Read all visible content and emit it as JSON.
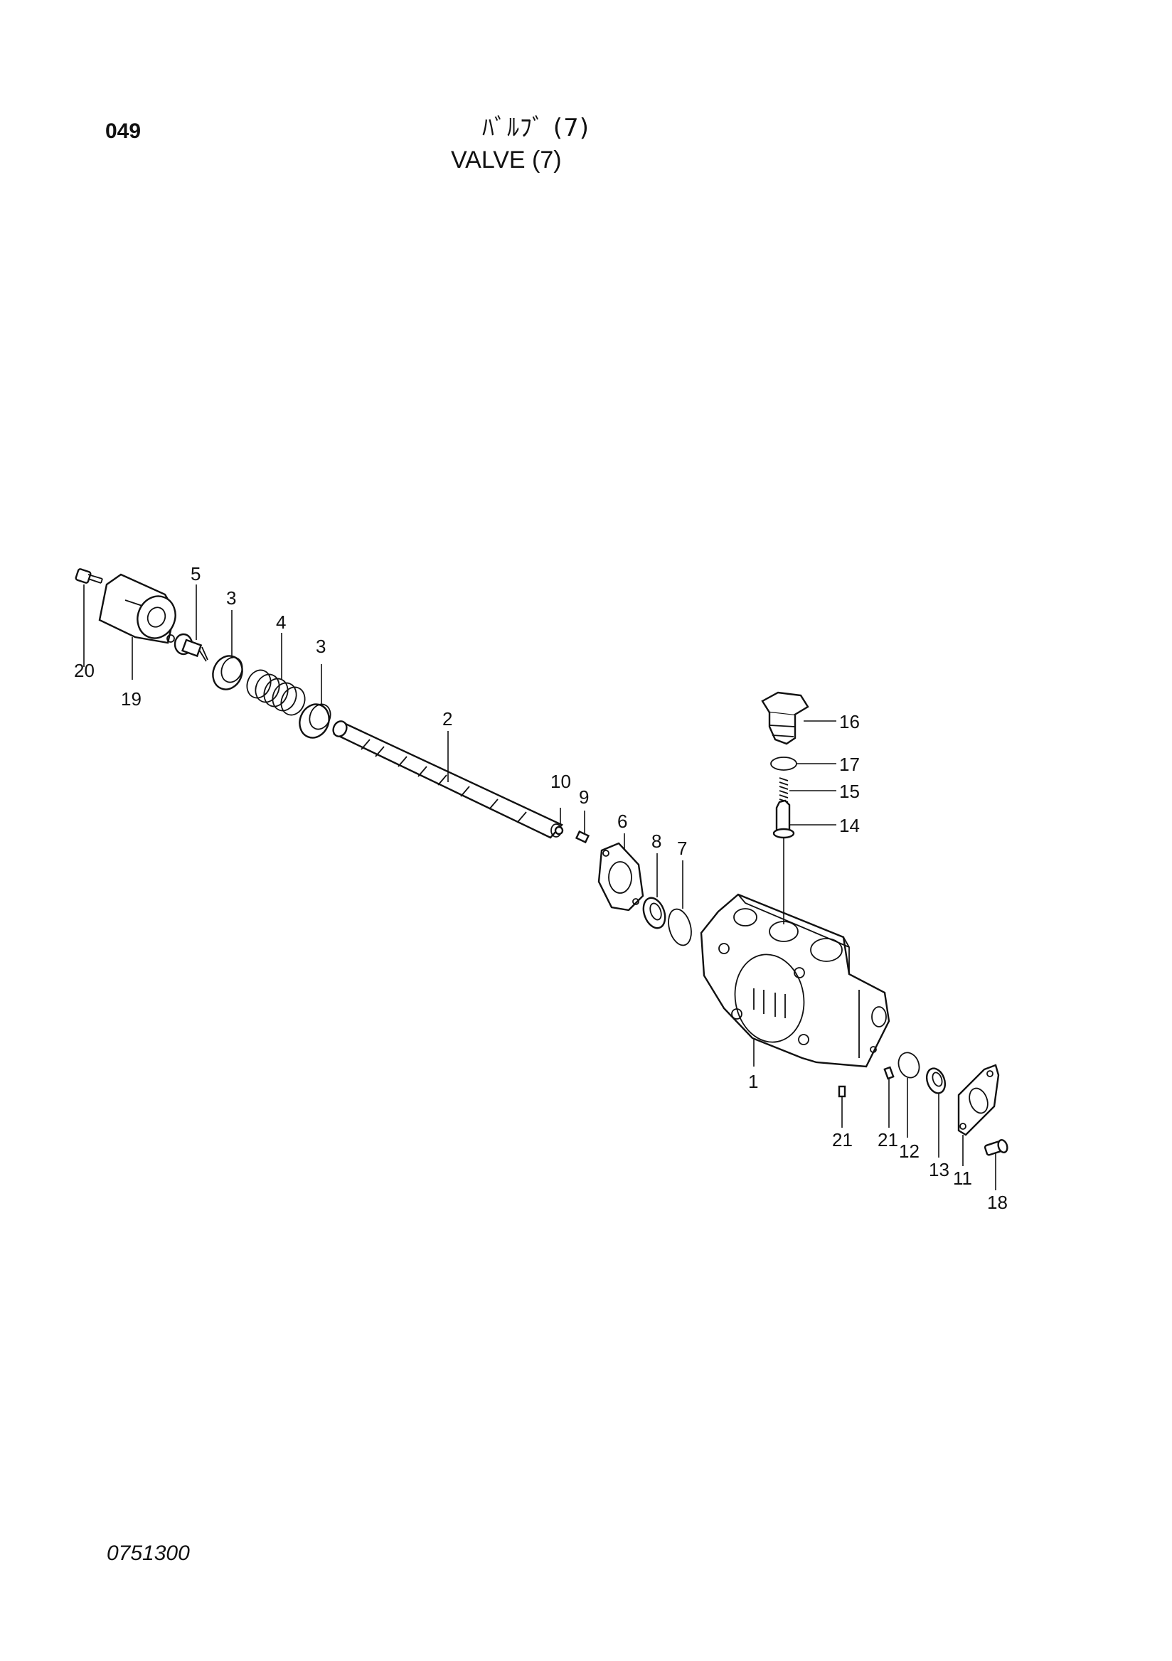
{
  "header": {
    "page_number": "049",
    "title_jp": "ﾊﾞﾙﾌﾞ (7)",
    "title_en": "VALVE (7)"
  },
  "footer": {
    "drawing_code": "0751300"
  },
  "callouts": {
    "c20": "20",
    "c19": "19",
    "c5": "5",
    "c3a": "3",
    "c4": "4",
    "c3b": "3",
    "c2": "2",
    "c10": "10",
    "c9": "9",
    "c6": "6",
    "c8": "8",
    "c7": "7",
    "c16": "16",
    "c17": "17",
    "c15": "15",
    "c14": "14",
    "c1": "1",
    "c21a": "21",
    "c21b": "21",
    "c12": "12",
    "c13": "13",
    "c11": "11",
    "c18": "18"
  }
}
